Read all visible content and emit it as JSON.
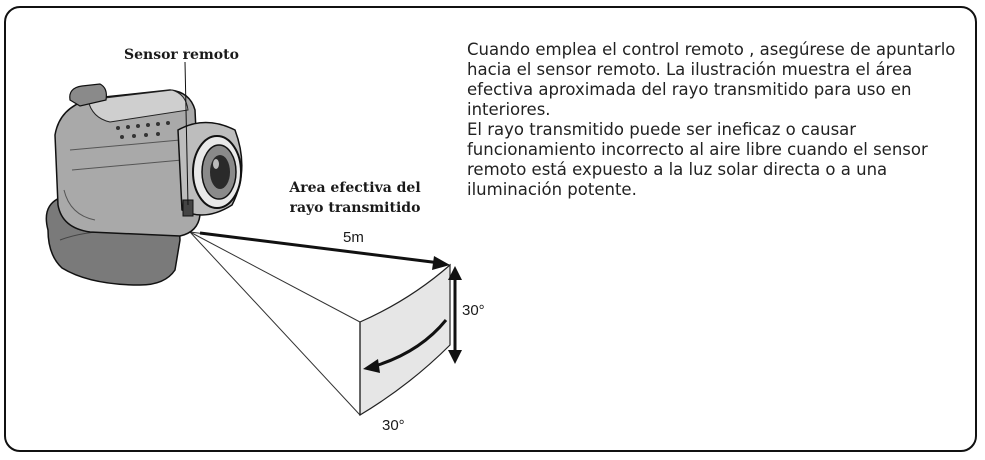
{
  "labels": {
    "sensor": "Sensor remoto",
    "area_line1": "Area efectiva del",
    "area_line2": "rayo transmitido",
    "distance": "5m",
    "angle_vertical": "30°",
    "angle_horizontal": "30°"
  },
  "description": {
    "paragraph1": "Cuando emplea el control remoto , asegúrese de apuntarlo hacia el sensor remoto. La ilustración muestra el área efectiva aproximada del rayo transmitido para uso en interiores.",
    "paragraph2": "El rayo transmitido puede ser ineficaz o causar funcionamiento incorrecto al aire libre cuando el sensor remoto está expuesto a la luz solar directa o a una iluminación potente."
  }
}
